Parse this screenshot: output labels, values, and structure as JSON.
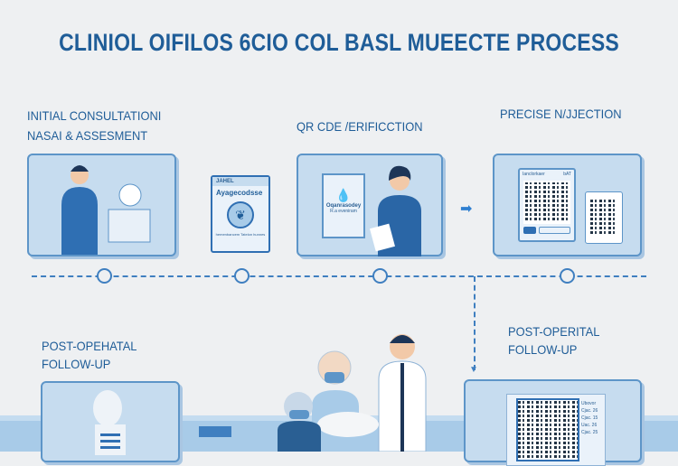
{
  "title": "CLINIOL OIFILOS 6CIO COL BASL MUEECTE PROCESS",
  "steps": {
    "s1_line1": "INITIAL CONSULTATIONI",
    "s1_line2": "NASAI & ASSESMENT",
    "s2": "QR CDE /ERIFICCTION",
    "s3": "PRECISE N/JJECTION",
    "s4_line1": "POST-OPEHATAL",
    "s4_line2": "FOLLOW-UP",
    "s5_line1": "POST-OPERITAL",
    "s5_line2": "FOLLOW-UP"
  },
  "card": {
    "header": "JAHEL",
    "name": "Ayagecodsse",
    "footer": "hemenbancem Tatelon hunnes"
  },
  "verif_doc": {
    "line1": "Oqanrasodey",
    "line2": "R.a eveniram"
  },
  "scanner": {
    "header_left": "Ianclorkaer",
    "header_right": "bAT"
  },
  "result_list": [
    "Ubovor",
    "Cjac. 26",
    "Cjac. 15",
    "Uac. 26",
    "Cjac. 25"
  ],
  "colors": {
    "accent": "#1f5d98",
    "panel": "#c6dcef",
    "line": "#3f7fc0"
  }
}
